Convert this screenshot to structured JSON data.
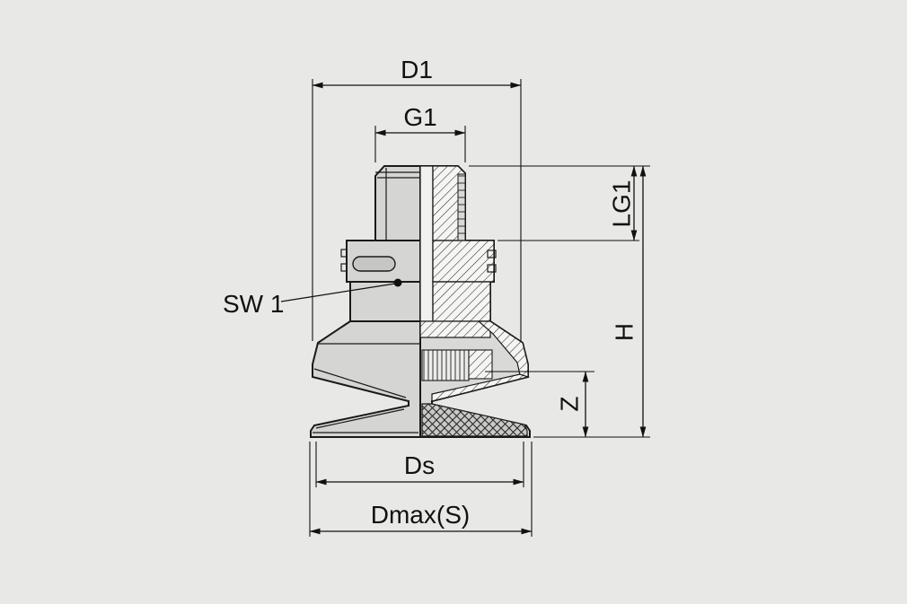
{
  "drawing": {
    "labels": {
      "d1": "D1",
      "g1": "G1",
      "lg1": "LG1",
      "h": "H",
      "z": "Z",
      "sw1": "SW 1",
      "ds": "Ds",
      "dmax_s": "Dmax(S)"
    },
    "colors": {
      "background": "#e8e8e6",
      "line": "#1a1a1a",
      "part_fill": "#d5d5d3",
      "section_hatch_bg": "#f5f5f3",
      "pad_mesh_bg": "#c9c9c7"
    }
  }
}
